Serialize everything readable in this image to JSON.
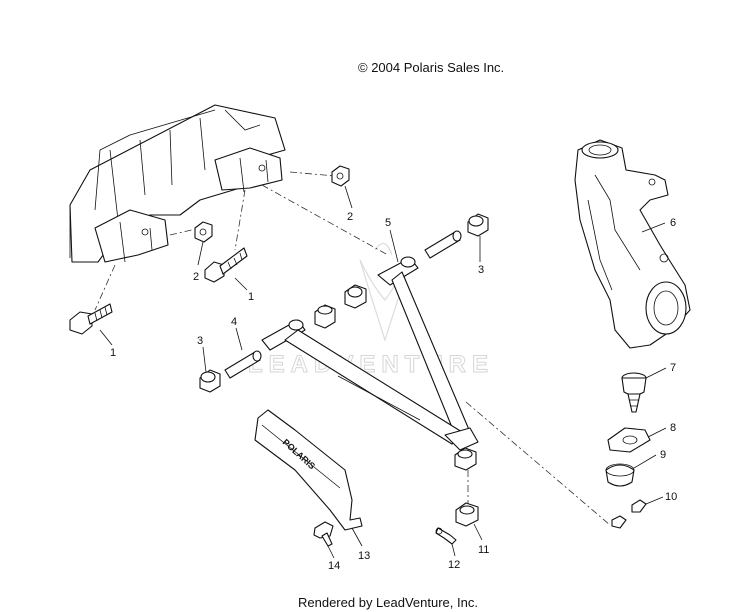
{
  "copyright": "© 2004 Polaris Sales Inc.",
  "footer": "Rendered by LeadVenture, Inc.",
  "watermark": "LEADVENTURE",
  "guard_lettering": "POLARIS",
  "callouts": {
    "c1a": "1",
    "c1b": "1",
    "c2a": "2",
    "c2b": "2",
    "c3a": "3",
    "c3b": "3",
    "c4": "4",
    "c5": "5",
    "c6": "6",
    "c7": "7",
    "c8": "8",
    "c9": "9",
    "c10": "10",
    "c11": "11",
    "c12": "12",
    "c13": "13",
    "c14": "14"
  }
}
